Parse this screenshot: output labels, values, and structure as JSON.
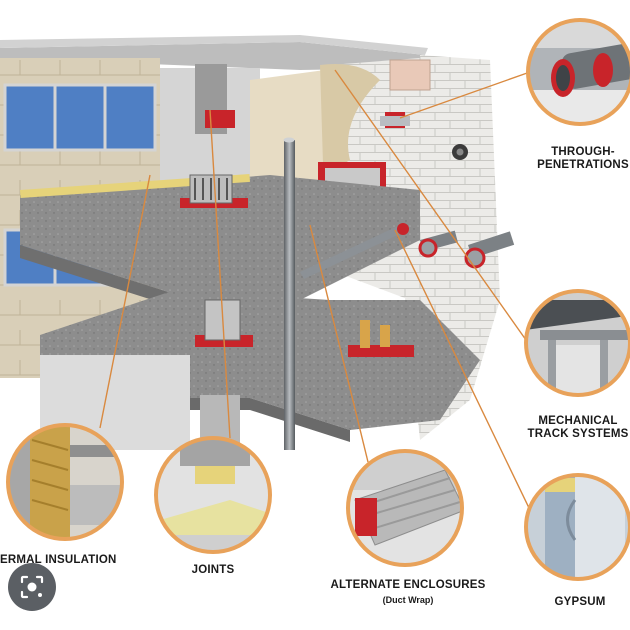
{
  "callouts": {
    "through_penetrations": "THROUGH-\nPENETRATIONS",
    "mechanical_track_systems": "MECHANICAL\nTRACK SYSTEMS",
    "thermal_insulation": "ERMAL INSULATION",
    "joints": "JOINTS",
    "alternate_enclosures": "ALTERNATE ENCLOSURES",
    "alternate_enclosures_sub": "(Duct Wrap)",
    "gypsum": "GYPSUM"
  },
  "colors": {
    "callout_ring": "#e8a25a",
    "leader_line": "#d9893f",
    "firestop_red": "#c8242a",
    "concrete_slab": "#8e8e8e",
    "block_wall": "#e9e9e6",
    "gypsum_board": "#e7dcc4",
    "glass": "#5b86c6"
  },
  "search_button": {
    "icon": "lens-search-icon"
  }
}
